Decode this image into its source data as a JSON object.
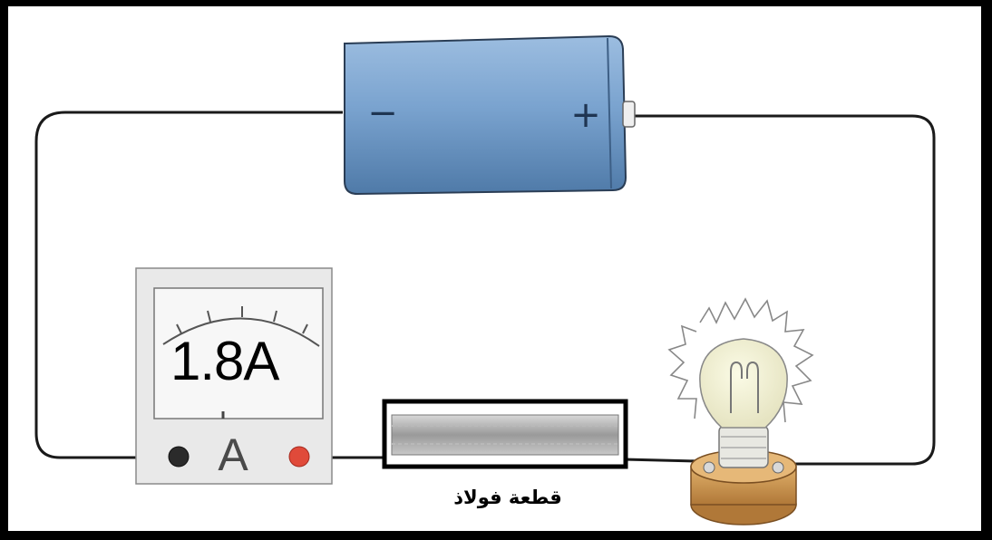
{
  "ammeter": {
    "reading": "1.8A",
    "unit_symbol": "A"
  },
  "battery": {
    "negative_symbol": "−",
    "positive_symbol": "+"
  },
  "steel_rod": {
    "label": "قطعة فولاذ"
  },
  "colors": {
    "battery_body": "#7aa3cf",
    "wire": "#1a1a1a",
    "terminal_negative": "#2b2b2b",
    "terminal_positive": "#e04a3a",
    "bulb_base": "#c8904c",
    "frame": "#000000"
  }
}
